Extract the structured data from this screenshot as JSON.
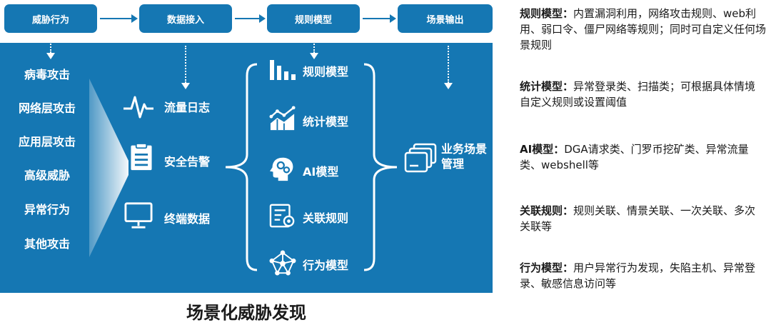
{
  "flow": {
    "steps": [
      "威胁行为",
      "数据接入",
      "规则模型",
      "场景输出"
    ]
  },
  "attacks": [
    "病毒攻击",
    "网络层攻击",
    "应用层攻击",
    "高级威胁",
    "异常行为",
    "其他攻击"
  ],
  "sources": [
    {
      "label": "流量日志",
      "icon": "pulse-icon"
    },
    {
      "label": "安全告警",
      "icon": "clipboard-icon"
    },
    {
      "label": "终端数据",
      "icon": "monitor-icon"
    }
  ],
  "models": [
    {
      "label": "规则模型",
      "icon": "bar-chart-icon"
    },
    {
      "label": "统计模型",
      "icon": "trend-chart-icon"
    },
    {
      "label": "AI模型",
      "icon": "brain-gear-icon"
    },
    {
      "label": "关联规则",
      "icon": "doc-gear-icon"
    },
    {
      "label": "行为模型",
      "icon": "network-icon"
    }
  ],
  "output": {
    "label": "业务场景管理",
    "icon": "stack-screens-icon"
  },
  "caption": "场景化威胁发现",
  "descriptions": [
    {
      "title": "规则模型：",
      "text": "内置漏洞利用，网络攻击规则、web利用、弱口令、僵尸网络等规则；同时可自定义任何场景规则"
    },
    {
      "title": "统计模型：",
      "text": "异常登录类、扫描类；可根据具体情境自定义规则或设置阈值"
    },
    {
      "title": "AI模型：",
      "text": "DGA请求类、门罗币挖矿类、异常流量类、webshell等"
    },
    {
      "title": "关联规则：",
      "text": "规则关联、情景关联、一次关联、多次关联等"
    },
    {
      "title": "行为模型：",
      "text": "用户异常行为发现，失陷主机、异常登录、敏感信息访问等"
    }
  ],
  "colors": {
    "primary": "#1577b3",
    "text": "#1a1a1a",
    "on_primary": "#ffffff"
  }
}
